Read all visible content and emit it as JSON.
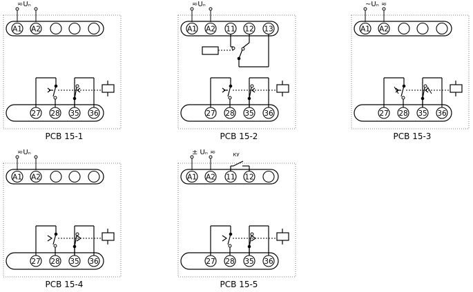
{
  "diagrams": [
    {
      "id": "pcb-15-1",
      "caption": "РСВ 15-1",
      "supply_label": "≂Uₙ",
      "top_terminals": [
        "A1",
        "A2",
        "",
        "",
        ""
      ],
      "bottom_terminals": [
        "27",
        "28",
        "35",
        "36"
      ],
      "contact_type": "delayed",
      "aux_relay": false,
      "external_switch": false
    },
    {
      "id": "pcb-15-2",
      "caption": "РСВ 15-2",
      "supply_label": "≂Uₙ",
      "top_terminals": [
        "A1",
        "A2",
        "11",
        "12",
        "13"
      ],
      "bottom_terminals": [
        "27",
        "28",
        "35",
        "36"
      ],
      "contact_type": "delayed",
      "aux_relay": true,
      "external_switch": false
    },
    {
      "id": "pcb-15-3",
      "caption": "РСВ 15-3",
      "supply_label": "~Uₙ ≂",
      "top_terminals": [
        "A1",
        "A2",
        "",
        "",
        ""
      ],
      "bottom_terminals": [
        "27",
        "28",
        "35",
        "36"
      ],
      "contact_type": "delayed-both",
      "aux_relay": false,
      "external_switch": false
    },
    {
      "id": "pcb-15-4",
      "caption": "РСВ 15-4",
      "supply_label": "≂Uₙ",
      "top_terminals": [
        "A1",
        "A2",
        "",
        "",
        ""
      ],
      "bottom_terminals": [
        "27",
        "28",
        "35",
        "36"
      ],
      "contact_type": "release",
      "aux_relay": false,
      "external_switch": false
    },
    {
      "id": "pcb-15-5",
      "caption": "РСВ 15-5",
      "supply_label": "± Uₙ ≂",
      "switch_label": "КУ",
      "top_terminals": [
        "A1",
        "A2",
        "11",
        "12",
        ""
      ],
      "bottom_terminals": [
        "27",
        "28",
        "35",
        "36"
      ],
      "contact_type": "release",
      "aux_relay": false,
      "external_switch": true
    }
  ]
}
